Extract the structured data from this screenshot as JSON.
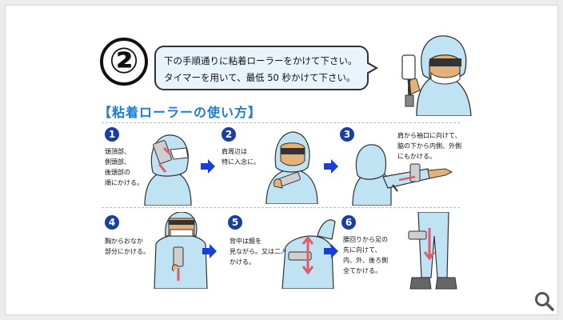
{
  "header": {
    "step_symbol": "②",
    "instruction_line1": "下の手順通りに粘着ローラーをかけて下さい。",
    "instruction_line2": "タイマーを用いて、最低 50 秒かけて下さい。"
  },
  "section_title": "【粘着ローラーの使い方】",
  "steps": [
    {
      "num": "1",
      "text": "頭頂部、\n側頭部、\n後頭部の\n順にかける。"
    },
    {
      "num": "2",
      "text": "肩周辺は\n特に入念に。"
    },
    {
      "num": "3",
      "text": "肩から袖口に向けて、\n脇の下から内側、外側\nにもかける。"
    },
    {
      "num": "4",
      "text": "胸からおなか\n部分にかける。"
    },
    {
      "num": "5",
      "text": "背中は鏡を\n見ながら。又は二人で\nかける。"
    },
    {
      "num": "6",
      "text": "腰回りから足の\n先に向けて、\n内、外、後ろ側\n全てかける。"
    }
  ],
  "colors": {
    "accent": "#1e7bd6",
    "badge": "#1a3fa0",
    "suit": "#bfe3f2",
    "arrow": "#1a3fd6"
  },
  "icons": {
    "zoom": "magnifier-icon"
  }
}
